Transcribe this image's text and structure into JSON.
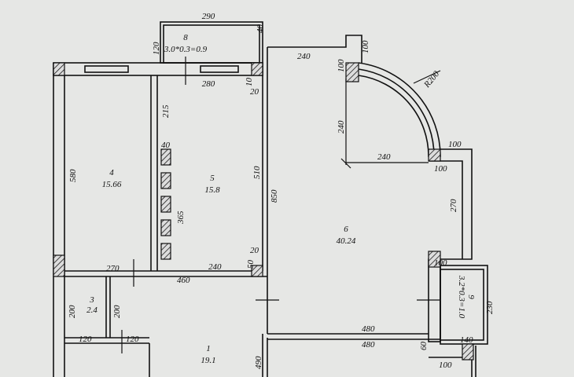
{
  "rooms": [
    {
      "number": "8",
      "area": "3.0*0.3=0.9"
    },
    {
      "number": "4",
      "area": "15.66"
    },
    {
      "number": "5",
      "area": "15.8"
    },
    {
      "number": "6",
      "area": "40.24"
    },
    {
      "number": "3",
      "area": "2.4"
    },
    {
      "number": "1",
      "area": "19.1"
    },
    {
      "number": "9",
      "area": "3.2*0.3=1.0"
    }
  ],
  "dimensions": [
    "290",
    "40",
    "120",
    "280",
    "10",
    "20",
    "240",
    "100",
    "100",
    "R200",
    "240",
    "240",
    "100",
    "100",
    "580",
    "215",
    "40",
    "510",
    "850",
    "365",
    "270",
    "20",
    "50",
    "240",
    "460",
    "270",
    "200",
    "200",
    "120",
    "120",
    "480",
    "480",
    "230",
    "140",
    "60",
    "100",
    "490",
    "100"
  ]
}
